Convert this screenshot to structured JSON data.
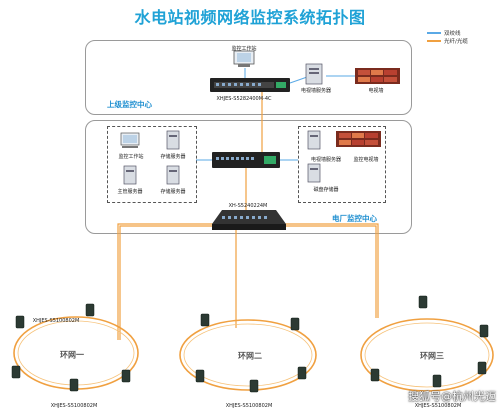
{
  "title": "水电站视频网络监控系统拓扑图",
  "legend": {
    "items": [
      {
        "label": "双绞线",
        "color": "#5aa9e6"
      },
      {
        "label": "光纤/光缆",
        "color": "#f0a040"
      }
    ]
  },
  "upper_center": {
    "name": "上级监控中心",
    "workstation": "监控工作站",
    "switch": "XHJES-S5282400M-4C",
    "tv_wall_server": "电视墙服务器",
    "tv_wall": "电视墙"
  },
  "plant_center": {
    "name": "电厂监控中心",
    "left_group": {
      "workstation": "监控工作站",
      "storage1": "存储服务器",
      "mgmt_server": "主管服务器",
      "storage2": "存储服务器"
    },
    "right_group": {
      "tv_wall_server": "电视墙服务器",
      "tv_wall": "监控电视墙",
      "disk_storage": "磁盘存储器"
    },
    "core_switch": "XH-S5240224M"
  },
  "rings": [
    {
      "name": "环网一",
      "switch_label": "XHJES-S5100802M",
      "bottom_label": "XHJES-S5100802M"
    },
    {
      "name": "环网二",
      "switch_label": "XHJES-S5100802M"
    },
    {
      "name": "环网三",
      "switch_label": "XHJES-S5100802M"
    }
  ],
  "watermark": "搜狐号@杭州光迈"
}
